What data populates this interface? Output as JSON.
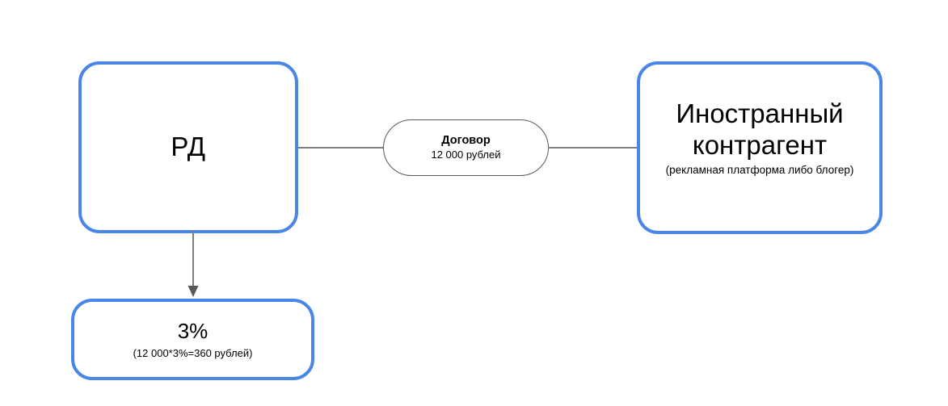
{
  "diagram": {
    "type": "flow-diagram",
    "language": "ru",
    "colors": {
      "box_border": "#4a86e8",
      "box_fill": "#ffffff",
      "connector": "#808080",
      "pill_border": "#595959",
      "text": "#000000",
      "background": "#ffffff"
    },
    "nodes": {
      "rd": {
        "title": "РД",
        "subtitle": ""
      },
      "foreign_counterparty": {
        "title": "Иностранный контрагент",
        "subtitle": "(рекламная платформа либо блогер)"
      },
      "percent": {
        "title": "3%",
        "subtitle": "(12 000*3%=360 рублей)"
      }
    },
    "edges": {
      "contract": {
        "label_title": "Договор",
        "label_sub": "12 000 рублей",
        "from": "rd",
        "to": "foreign_counterparty",
        "style": "line"
      },
      "tax": {
        "label": "",
        "from": "rd",
        "to": "percent",
        "style": "arrow"
      }
    }
  }
}
